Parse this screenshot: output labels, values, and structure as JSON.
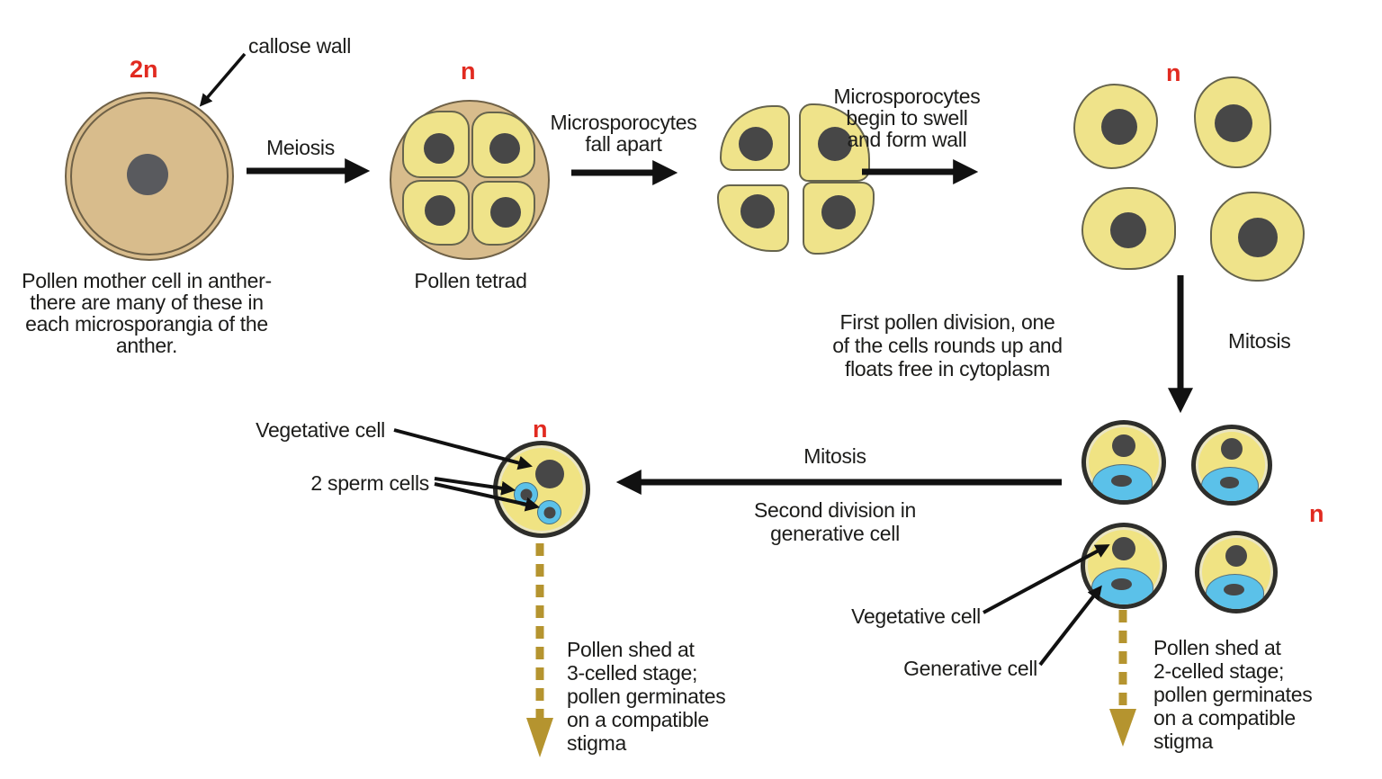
{
  "figure_title": "Pollen development diagram",
  "colors": {
    "background": "#ffffff",
    "text": "#1c1c1a",
    "ploidy_red": "#E12A20",
    "pmc_tan": "#D8BC8C",
    "cell_yellow": "#EFE38A",
    "pollen_yellow": "#F0E383",
    "nucleus_gray": "#474747",
    "pmc_nucleus_gray": "#595A5E",
    "generative_blue": "#5BC1E9",
    "shed_arrow_gold": "#B5942F",
    "arrow_black": "#111111",
    "pollen_wall_dark": "#2E2E2B"
  },
  "texts": {
    "callose": "callose wall",
    "ploidy_2n": "2n",
    "meiosis": "Meiosis",
    "pmc_caption": "Pollen mother cell in anther-\nthere are many of these in\neach microsporangia of the\nanther.",
    "ploidy_n1": "n",
    "tetrad": "Pollen tetrad",
    "fall_apart": "Microsporocytes\nfall apart",
    "swell": "Microsporocytes\nbegin to swell\nand form wall",
    "ploidy_n2": "n",
    "mitosis1": "Mitosis",
    "first_division": "First pollen division, one\nof the cells rounds up and\nfloats free in cytoplasm",
    "ploidy_n3": "n",
    "mitosis2": "Mitosis",
    "second_division": "Second division in\ngenerative cell",
    "veg_left": "Vegetative cell",
    "sperm": "2 sperm cells",
    "ploidy_n4": "n",
    "shed3": "Pollen shed at\n3-celled stage;\npollen germinates\non a compatible\nstigma",
    "veg_right": "Vegetative cell",
    "generative": "Generative cell",
    "shed2": "Pollen shed at\n2-celled stage;\npollen germinates\non a compatible\nstigma"
  }
}
